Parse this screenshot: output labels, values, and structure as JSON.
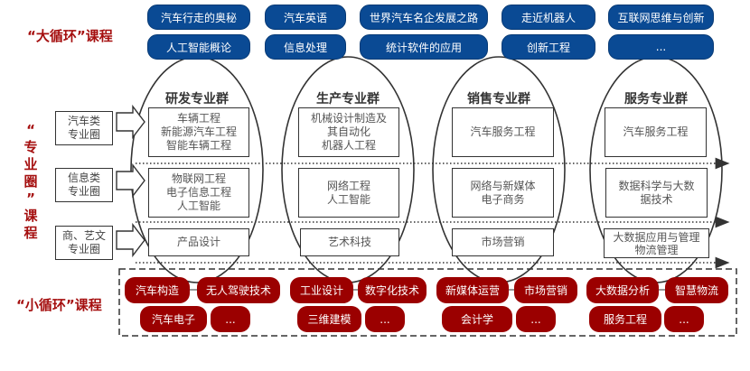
{
  "labels": {
    "big_cycle": "“大循环”课程",
    "major_circle": [
      "“",
      "专",
      "业",
      "圈",
      "”",
      "课",
      "程"
    ],
    "small_cycle": "“小循环”课程"
  },
  "big_cycle_courses": [
    [
      "汽车行走的奥秘",
      "汽车英语",
      "世界汽车名企发展之路",
      "走近机器人",
      "互联网思维与创新"
    ],
    [
      "人工智能概论",
      "信息处理",
      "统计软件的应用",
      "创新工程",
      "..."
    ]
  ],
  "major_circles": [
    {
      "line1": "汽车类",
      "line2": "专业圈"
    },
    {
      "line1": "信息类",
      "line2": "专业圈"
    },
    {
      "line1": "商、艺文",
      "line2": "专业圈"
    }
  ],
  "groups": [
    {
      "title": "研发专业群",
      "rows": [
        [
          "车辆工程",
          "新能源汽车工程",
          "智能车辆工程"
        ],
        [
          "物联网工程",
          "电子信息工程",
          "人工智能"
        ],
        [
          "产品设计"
        ]
      ],
      "small_courses": [
        [
          "汽车构造",
          "无人驾驶技术"
        ],
        [
          "汽车电子",
          "..."
        ]
      ]
    },
    {
      "title": "生产专业群",
      "rows": [
        [
          "机械设计制造及",
          "其自动化",
          "机器人工程"
        ],
        [
          "网络工程",
          "人工智能"
        ],
        [
          "艺术科技"
        ]
      ],
      "small_courses": [
        [
          "工业设计",
          "数字化技术"
        ],
        [
          "三维建模",
          "..."
        ]
      ]
    },
    {
      "title": "销售专业群",
      "rows": [
        [
          "汽车服务工程"
        ],
        [
          "网络与新媒体",
          "电子商务"
        ],
        [
          "市场营销"
        ]
      ],
      "small_courses": [
        [
          "新媒体运营",
          "市场营销"
        ],
        [
          "会计学",
          "..."
        ]
      ]
    },
    {
      "title": "服务专业群",
      "rows": [
        [
          "汽车服务工程"
        ],
        [
          "数据科学与大数",
          "据技术"
        ],
        [
          "大数据应用与管理",
          "物流管理"
        ]
      ],
      "small_courses": [
        [
          "大数据分析",
          "智慧物流"
        ],
        [
          "服务工程",
          "..."
        ]
      ]
    }
  ],
  "colors": {
    "blue_pill": "#0a4a94",
    "red_pill": "#9b0000",
    "label_red": "#a50f0f"
  }
}
